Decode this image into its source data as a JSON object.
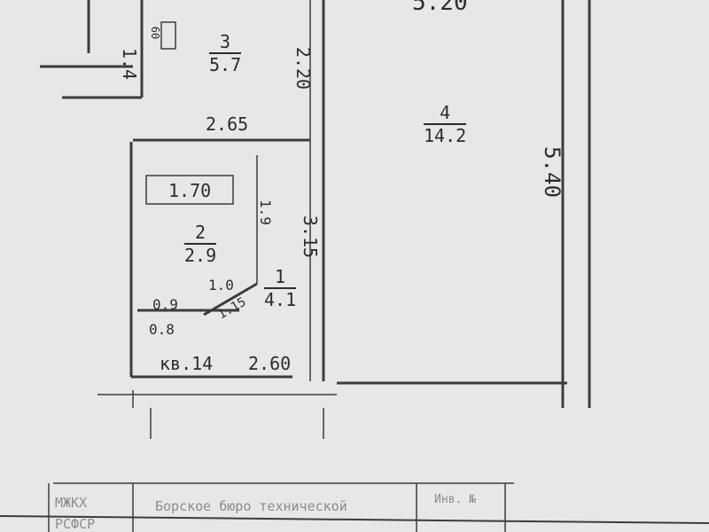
{
  "rooms": [
    {
      "number": "3",
      "area": "5.7"
    },
    {
      "number": "4",
      "area": "14.2"
    },
    {
      "number": "2",
      "area": "2.9"
    },
    {
      "number": "1",
      "area": "4.1"
    }
  ],
  "dimensions": {
    "top": "5.20",
    "d_1_4": "1.4",
    "d_2_20": "2.20",
    "d_2_65": "2.65",
    "d_5_40": "5.40",
    "d_1_70": "1.70",
    "d_1_9": "1.9",
    "d_3_15": "3.15",
    "d_1_0": "1.0",
    "d_0_9": "0.9",
    "d_1_15": "1.15",
    "d_0_8": "0.8",
    "d_2_60": "2.60"
  },
  "marks": {
    "box_60": "60",
    "apartment": "кв.14"
  },
  "title_block": {
    "org1": "МЖКХ",
    "org2": "РСФСР",
    "bureau": "Борское бюро технической",
    "inv": "Инв. №"
  }
}
